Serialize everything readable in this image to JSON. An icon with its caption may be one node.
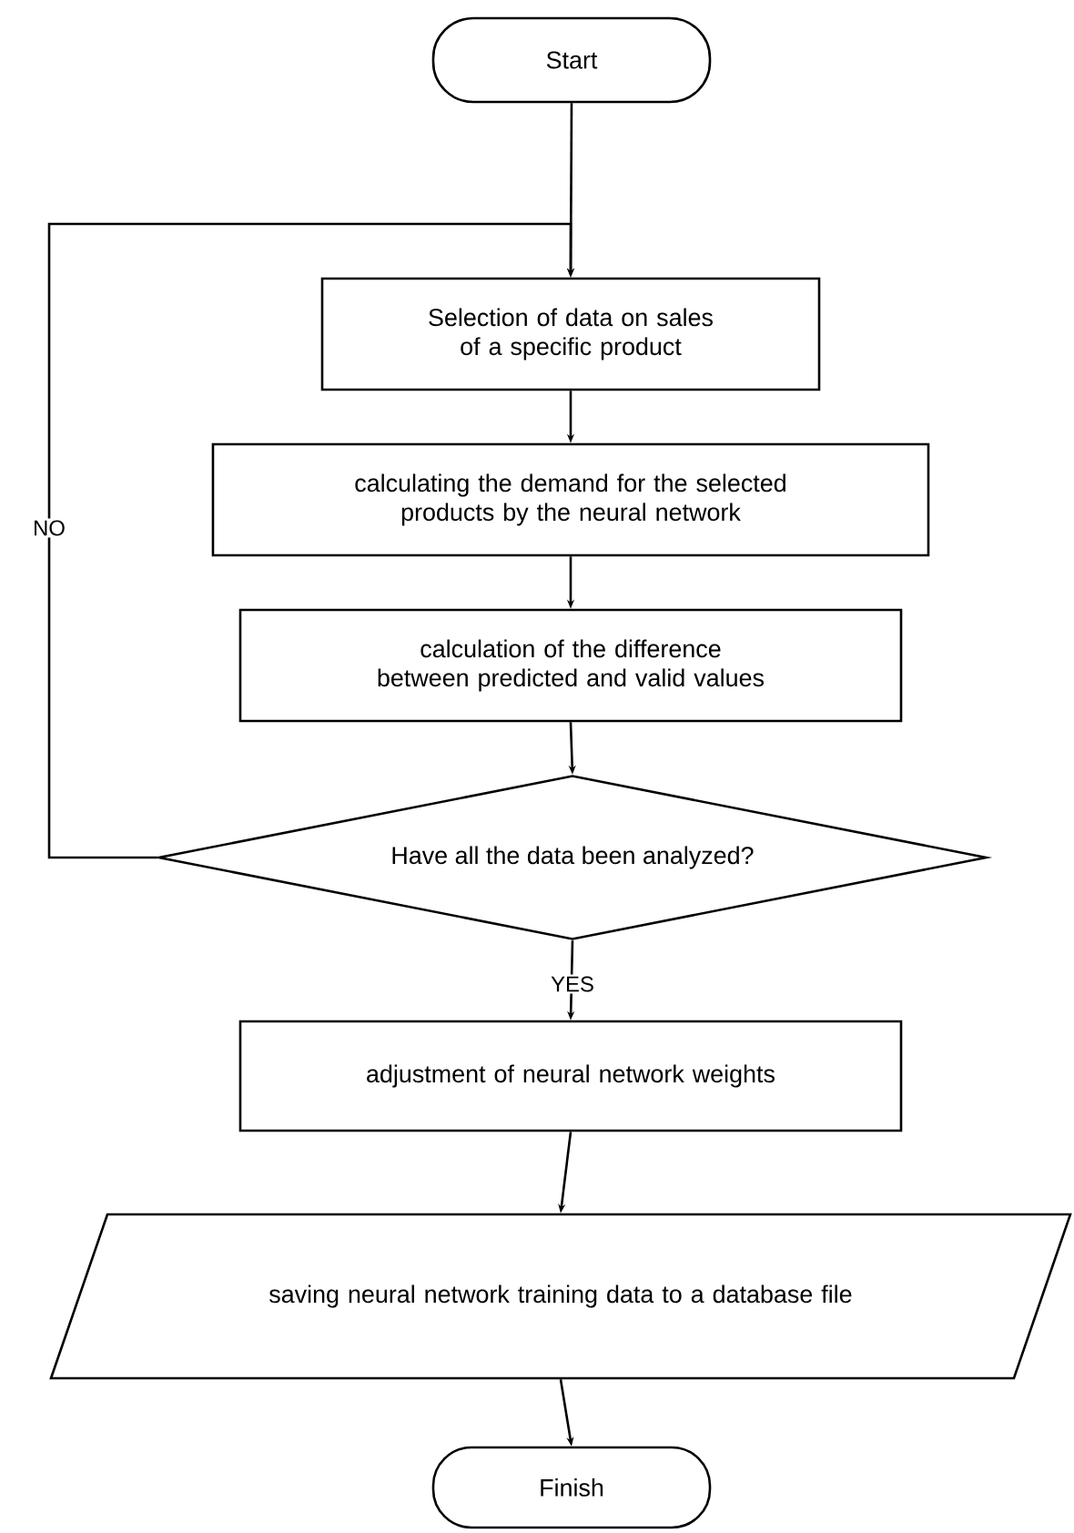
{
  "diagram": {
    "nodes": [
      {
        "text": [
          "Start"
        ]
      },
      {
        "text": [
          "Selection of data on sales of a specific product"
        ]
      },
      {
        "text": [
          "calculating the demand for the selected products by the neural network"
        ]
      },
      {
        "text": [
          "calculation of the difference between predicted and valid values"
        ]
      },
      {
        "text": [
          "Have all the data been analyzed?"
        ]
      },
      {
        "text": [
          "adjustment of neural network weights"
        ]
      },
      {
        "text": [
          "saving neural network training data to a database file"
        ]
      },
      {
        "text": [
          "Finish"
        ]
      }
    ],
    "edges": [
      {
        "from": 0,
        "to": 1,
        "arrow": "to"
      },
      {
        "from": 1,
        "to": 2,
        "arrow": "to"
      },
      {
        "from": 2,
        "to": 3,
        "arrow": "to"
      },
      {
        "from": 3,
        "to": 4,
        "arrow": "to"
      },
      {
        "from": 4,
        "to": 5,
        "arrow": "to",
        "label": "YES"
      },
      {
        "from": 5,
        "to": 6,
        "arrow": "to"
      },
      {
        "from": 6,
        "to": 7,
        "arrow": "to"
      },
      {
        "from": 4,
        "to": 1,
        "arrow": "to",
        "label": "NO"
      }
    ]
  }
}
